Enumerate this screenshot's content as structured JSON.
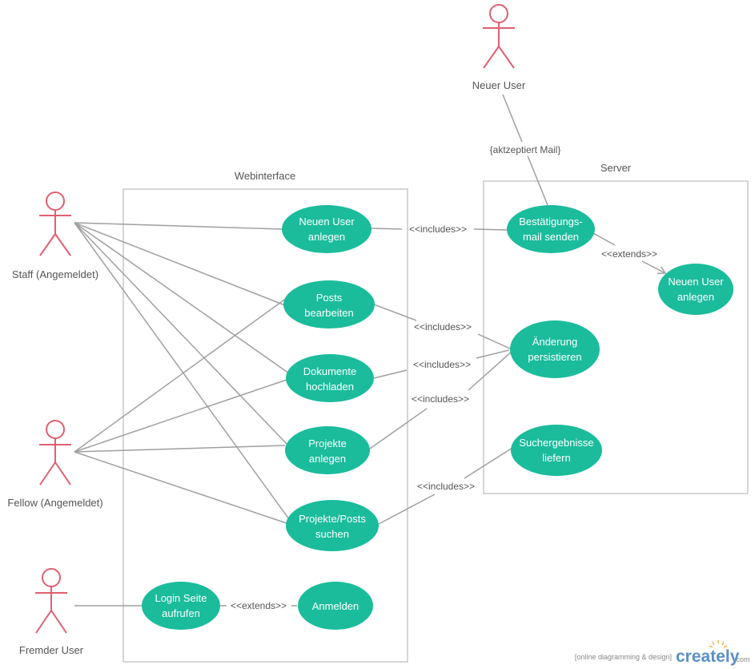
{
  "colors": {
    "usecase_fill": "#1abc9c",
    "actor_stroke": "#e06070",
    "line": "#a0a0a0",
    "boundary": "#c8c8c8",
    "text": "#555555",
    "brand_blue": "#5a8fc8",
    "brand_orange": "#f0a020"
  },
  "boundaries": {
    "webinterface": "Webinterface",
    "server": "Server"
  },
  "actors": {
    "staff": "Staff (Angemeldet)",
    "fellow": "Fellow (Angemeldet)",
    "fremder": "Fremder User",
    "neuer": "Neuer User"
  },
  "usecases": {
    "neuen_user": [
      "Neuen User",
      "anlegen"
    ],
    "posts_bearbeiten": [
      "Posts",
      "bearbeiten"
    ],
    "dokumente": [
      "Dokumente",
      "hochladen"
    ],
    "projekte_anlegen": [
      "Projekte",
      "anlegen"
    ],
    "projekte_suchen": [
      "Projekte/Posts",
      "suchen"
    ],
    "login": [
      "Login Seite",
      "aufrufen"
    ],
    "anmelden": [
      "Anmelden"
    ],
    "bestaetigung": [
      "Bestätigungs-",
      "mail senden"
    ],
    "neuen_user_server": [
      "Neuen User",
      "anlegen"
    ],
    "aenderung": [
      "Änderung",
      "persistieren"
    ],
    "suchergebnisse": [
      "Suchergebnisse",
      "liefern"
    ]
  },
  "edge_labels": {
    "includes_1": "<<includes>>",
    "includes_2": "<<includes>>",
    "includes_3": "<<includes>>",
    "includes_4": "<<includes>>",
    "includes_5": "<<includes>>",
    "extends_1": "<<extends>>",
    "extends_2": "<<extends>>",
    "aktzeptiert": "{aktzeptiert Mail}"
  },
  "branding": {
    "tagline": "[online diagramming & design]",
    "logo_main": "creately",
    "logo_suffix": ".com"
  }
}
